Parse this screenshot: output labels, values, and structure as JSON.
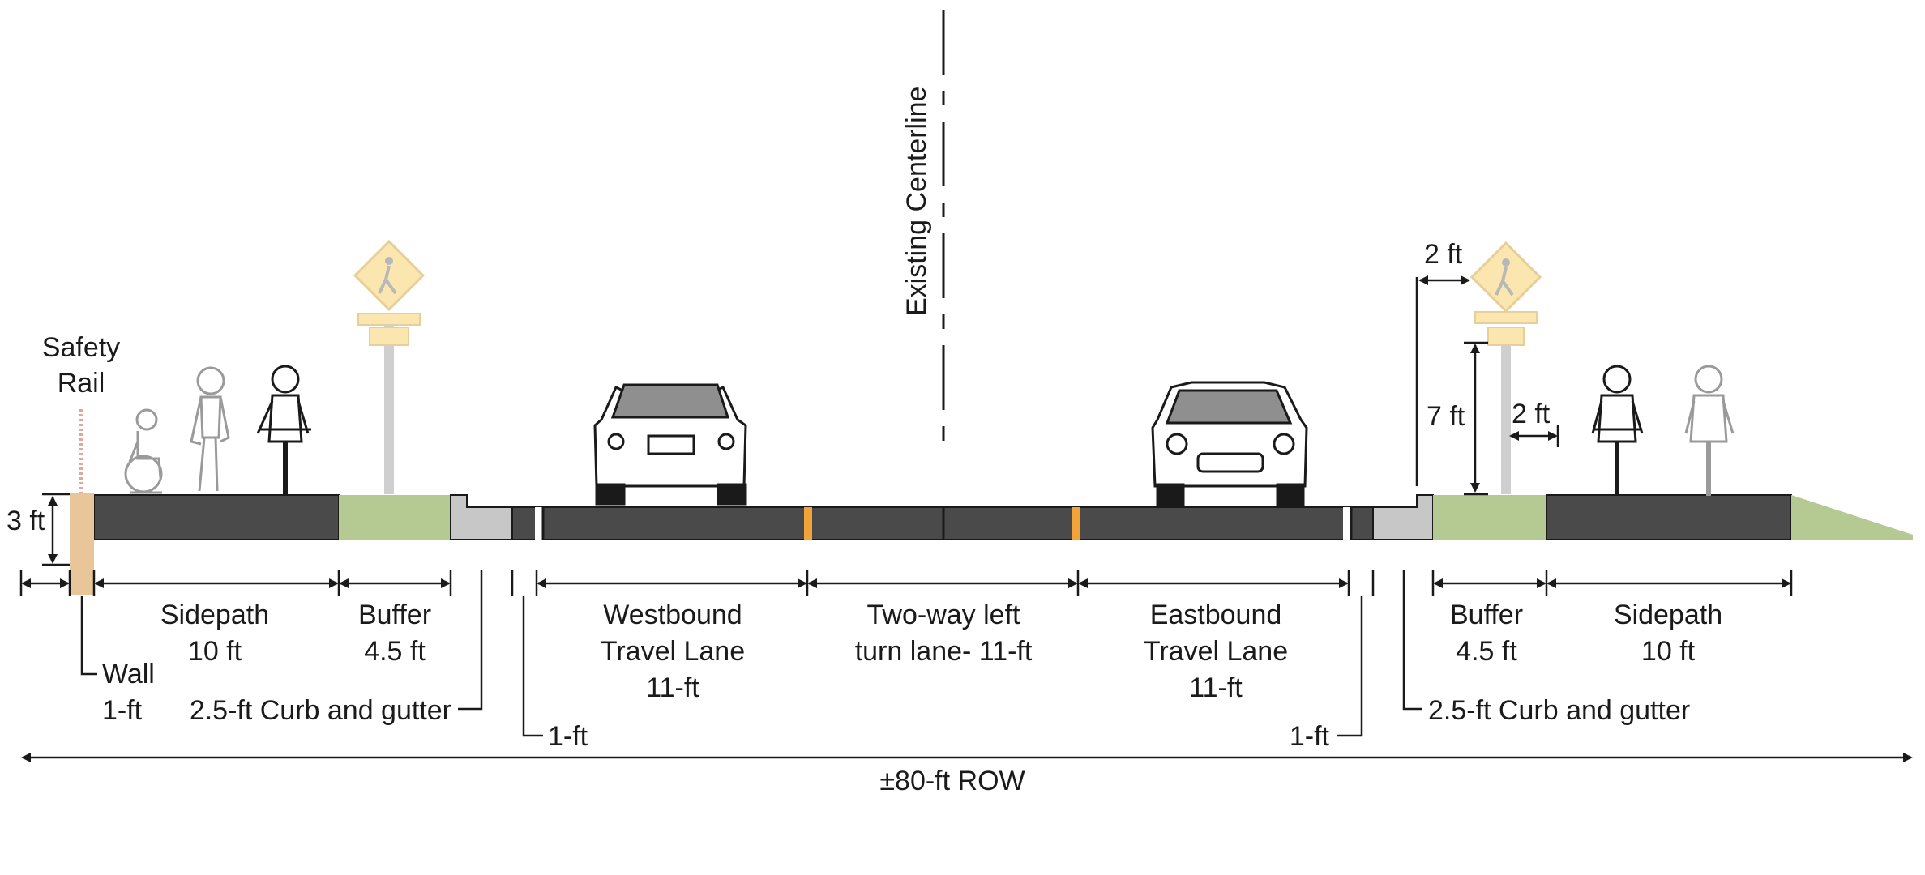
{
  "labels": {
    "safety_rail": [
      "Safety",
      "Rail"
    ],
    "existing_centerline": "Existing Centerline",
    "height_3ft": "3 ft",
    "height_7ft": "7 ft",
    "offset_2ft_top": "2 ft",
    "offset_2ft_sign": "2 ft",
    "wall": [
      "Wall",
      "1-ft"
    ],
    "curb_left": "2.5-ft Curb and gutter",
    "curb_right": "2.5-ft Curb and gutter",
    "strip_left": "1-ft",
    "strip_right": "1-ft",
    "row": "±80-ft ROW"
  },
  "segments": {
    "sidepath_left": [
      "Sidepath",
      "10 ft"
    ],
    "buffer_left": [
      "Buffer",
      "4.5 ft"
    ],
    "westbound": [
      "Westbound",
      "Travel Lane",
      "11-ft"
    ],
    "twltl": [
      "Two-way left",
      "turn lane- 11-ft"
    ],
    "eastbound": [
      "Eastbound",
      "Travel Lane",
      "11-ft"
    ],
    "buffer_right": [
      "Buffer",
      "4.5 ft"
    ],
    "sidepath_right": [
      "Sidepath",
      "10 ft"
    ]
  },
  "colors": {
    "asphalt": "#4a4a4a",
    "buffer": "#b5c993",
    "curb": "#c7c7c7",
    "wall": "#e8c69a",
    "lane_yellow": "#f2a33a",
    "sign": "#fbe6b0"
  },
  "icons": [
    "wheelchair-user-icon",
    "pedestrian-icon",
    "cyclist-icon",
    "pedestrian-crossing-sign-icon",
    "car-rear-icon",
    "car-front-icon"
  ]
}
